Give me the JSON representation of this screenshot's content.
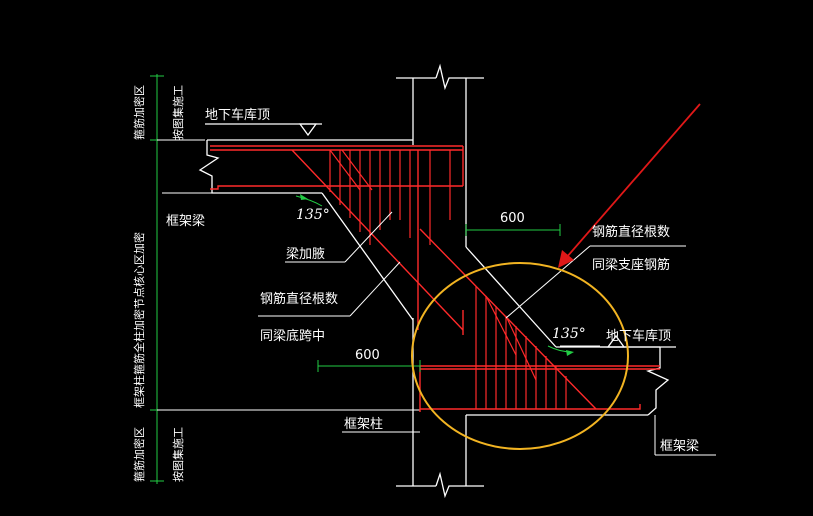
{
  "labels": {
    "basement_roof_top": "地下车库顶",
    "basement_roof_right": "地下车库顶",
    "frame_beam_left": "框架梁",
    "frame_beam_right": "框架梁",
    "beam_haunch": "梁加腋",
    "rebar_dia_count_1": "钢筋直径根数",
    "same_beam_bottom_span": "同梁底跨中",
    "rebar_dia_count_2": "钢筋直径根数",
    "same_beam_support_rebar": "同梁支座钢筋",
    "frame_column": "框架柱",
    "left_vertical_top": "箍筋加密区",
    "left_vertical_top_2": "按图集施工",
    "left_vertical_middle": "框架柱箍筋全柱加密节点核心区加密",
    "left_vertical_bottom": "箍筋加密区",
    "left_vertical_bottom_2": "按图集施工"
  },
  "dimensions": {
    "top_haunch_length": "600",
    "bottom_haunch_length": "600",
    "angle_top": "135°",
    "angle_bottom": "135°"
  },
  "colors": {
    "background": "#000000",
    "outline": "#ffffff",
    "rebar": "#ff2a2a",
    "dimension": "#22cc44",
    "highlight_circle": "#f2b422",
    "arrow": "#e01818"
  }
}
